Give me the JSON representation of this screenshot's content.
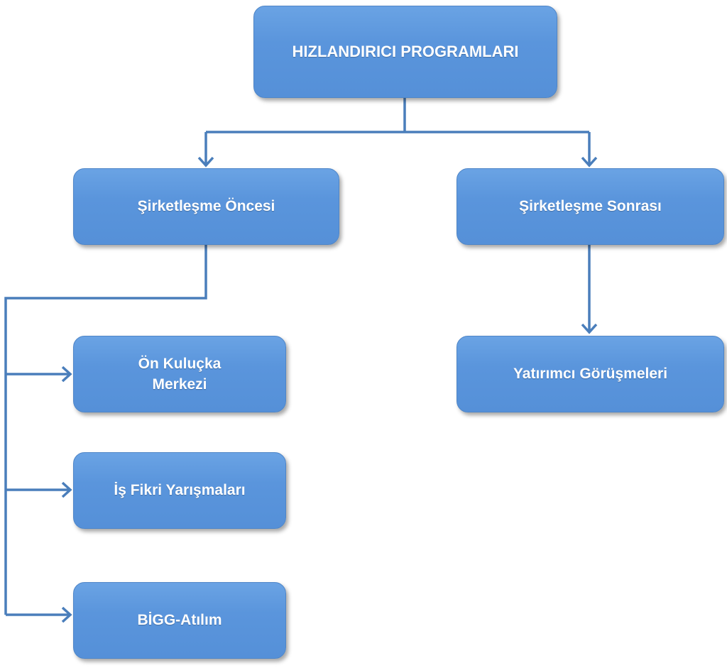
{
  "colors": {
    "box": "#5b97dc",
    "connector": "#4a7ebb",
    "text": "#ffffff"
  },
  "nodes": {
    "root": "HIZLANDIRICI PROGRAMLARI",
    "pre": "Şirketleşme Öncesi",
    "post": "Şirketleşme Sonrası",
    "pre_children": [
      "Ön Kuluçka Merkezi",
      "İş Fikri Yarışmaları",
      "BİGG-Atılım"
    ],
    "post_children": [
      "Yatırımcı Görüşmeleri"
    ]
  }
}
